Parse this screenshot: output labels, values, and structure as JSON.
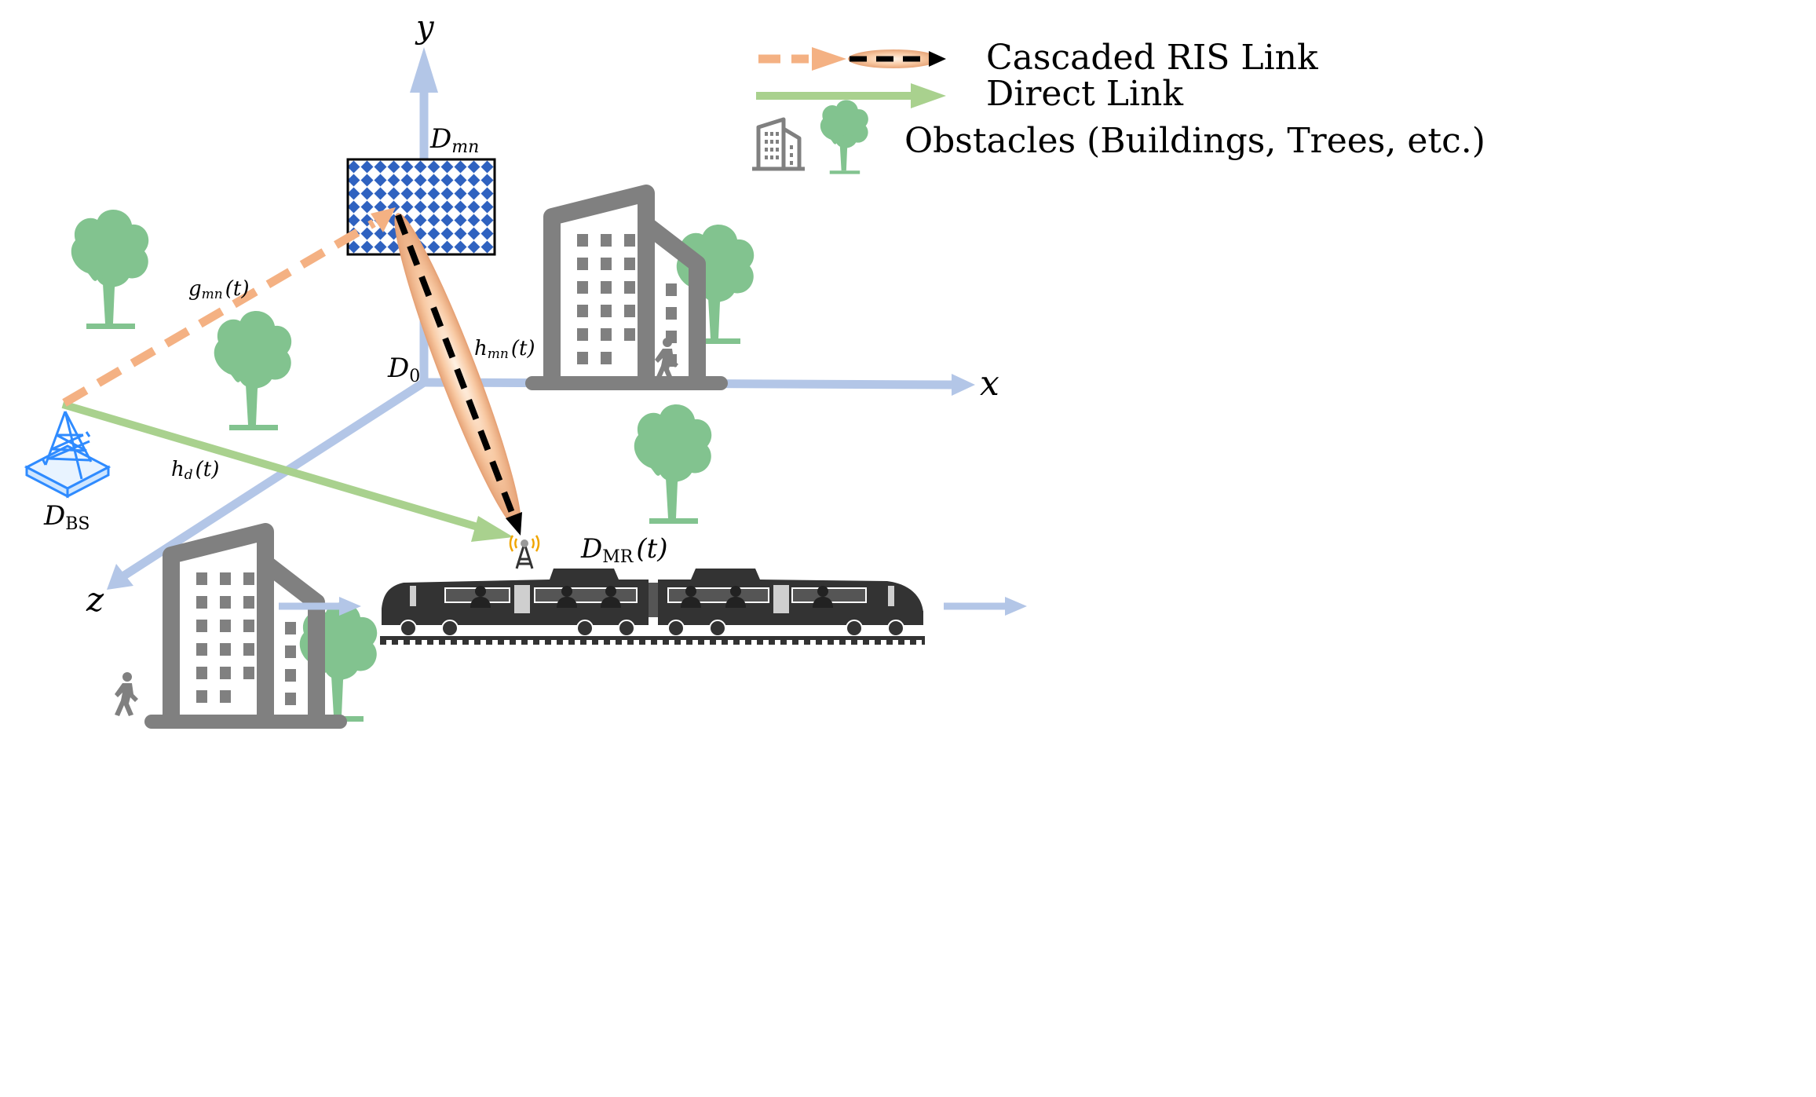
{
  "axes": {
    "x_label": "x",
    "y_label": "y",
    "z_label": "z",
    "origin_label": "D",
    "origin_sub": "0"
  },
  "nodes": {
    "ris": {
      "main": "D",
      "sub": "mn"
    },
    "bs": {
      "main": "D",
      "sub": "BS"
    },
    "mr": {
      "main": "D",
      "sub": "MR",
      "suffix": "(t)"
    }
  },
  "links": {
    "g": {
      "main": "g",
      "sub": "mn",
      "suffix": "(t)"
    },
    "h": {
      "main": "h",
      "sub": "mn",
      "suffix": "(t)"
    },
    "hd": {
      "main": "h",
      "sub": "d",
      "suffix": "(t)"
    }
  },
  "legend": {
    "items": [
      {
        "label": "Cascaded RIS Link"
      },
      {
        "label": "Direct Link"
      },
      {
        "label": "Obstacles (Buildings, Trees, etc.)"
      }
    ]
  },
  "colors": {
    "axis": "#b3c6e7",
    "cascaded": "#f4b183",
    "direct": "#a9d18e",
    "tree": "#82c38f",
    "building": "#808080",
    "ris_blue": "#2f62c0",
    "bs_blue": "#2f8bff",
    "train": "#333333"
  }
}
